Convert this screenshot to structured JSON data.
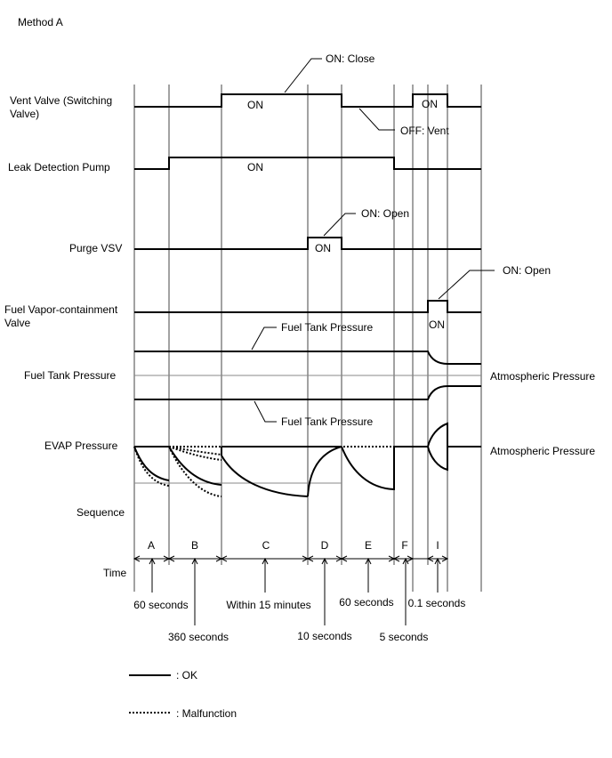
{
  "title": "Method A",
  "signals": {
    "vent_valve": "Vent Valve (Switching Valve)",
    "leak_pump": "Leak Detection Pump",
    "purge_vsv": "Purge VSV",
    "fuel_vapor_valve": "Fuel Vapor-containment Valve",
    "fuel_tank_pressure": "Fuel Tank Pressure",
    "evap_pressure": "EVAP Pressure",
    "sequence": "Sequence",
    "time": "Time"
  },
  "annotations": {
    "vent_on": "ON",
    "vent_on2": "ON",
    "vent_on_close": "ON: Close",
    "vent_off_vent": "OFF: Vent",
    "pump_on": "ON",
    "purge_on": "ON",
    "purge_on_open": "ON: Open",
    "fvv_on": "ON",
    "fvv_on_open": "ON: Open",
    "ftp_upper": "Fuel Tank Pressure",
    "ftp_lower": "Fuel Tank Pressure",
    "atm_1": "Atmospheric Pressure",
    "atm_2": "Atmospheric Pressure"
  },
  "sequence_labels": [
    "A",
    "B",
    "C",
    "D",
    "E",
    "F",
    "I"
  ],
  "time_labels": {
    "a": "60 seconds",
    "b": "360 seconds",
    "c": "Within 15 minutes",
    "d": "10 seconds",
    "e": "60 seconds",
    "f": "5 seconds",
    "i": "0.1 seconds"
  },
  "legend": {
    "ok": ": OK",
    "malfunction": ": Malfunction"
  }
}
